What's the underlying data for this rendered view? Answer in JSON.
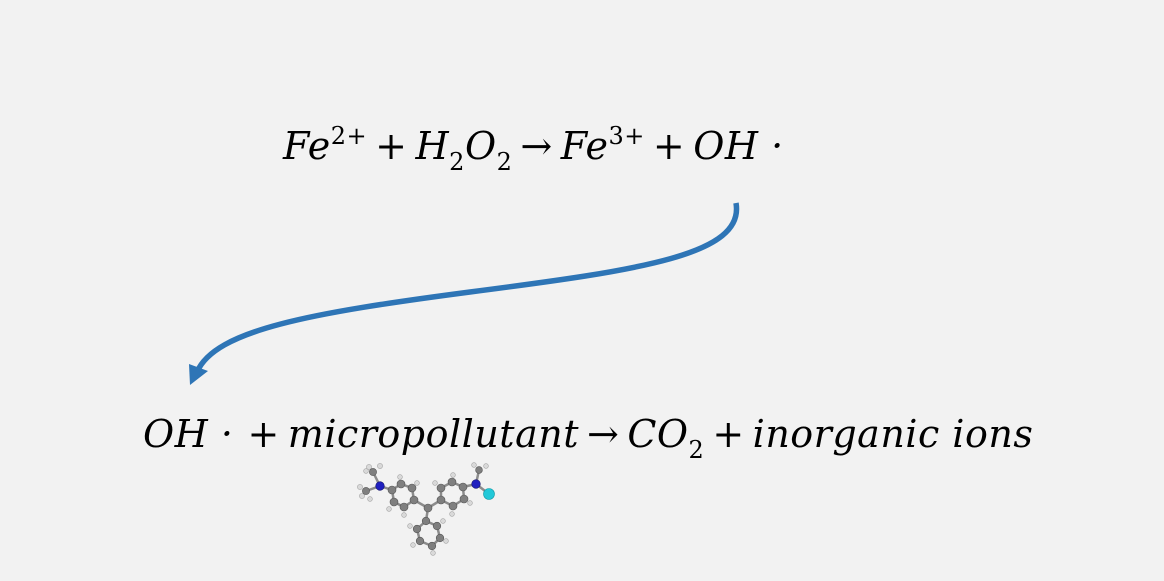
{
  "equations": {
    "reaction1": {
      "reactant1": "Fe",
      "reactant1_charge": "2+",
      "plus1": "+",
      "reactant2_a": "H",
      "reactant2_sub1": "2",
      "reactant2_b": "O",
      "reactant2_sub2": "2",
      "arrow": "→",
      "product1": "Fe",
      "product1_charge": "3+",
      "plus2": "+",
      "product2": "OH ·"
    },
    "reaction2": {
      "reactant1": "OH ·",
      "plus1": "+",
      "reactant2": "micropollutant",
      "arrow": "→",
      "product1_a": "CO",
      "product1_sub": "2",
      "plus2": "+",
      "product2": "inorganic ions"
    }
  },
  "colors": {
    "background": "#f2f2f2",
    "arrow": "#2e75b6",
    "carbon": "#7f7f7f",
    "hydrogen": "#d9d9d9",
    "nitrogen": "#1f1fbf",
    "chlorine": "#22c8d8"
  },
  "icons": {
    "molecule": "micropollutant-molecule-icon",
    "curved_arrow": "curved-arrow-icon"
  }
}
